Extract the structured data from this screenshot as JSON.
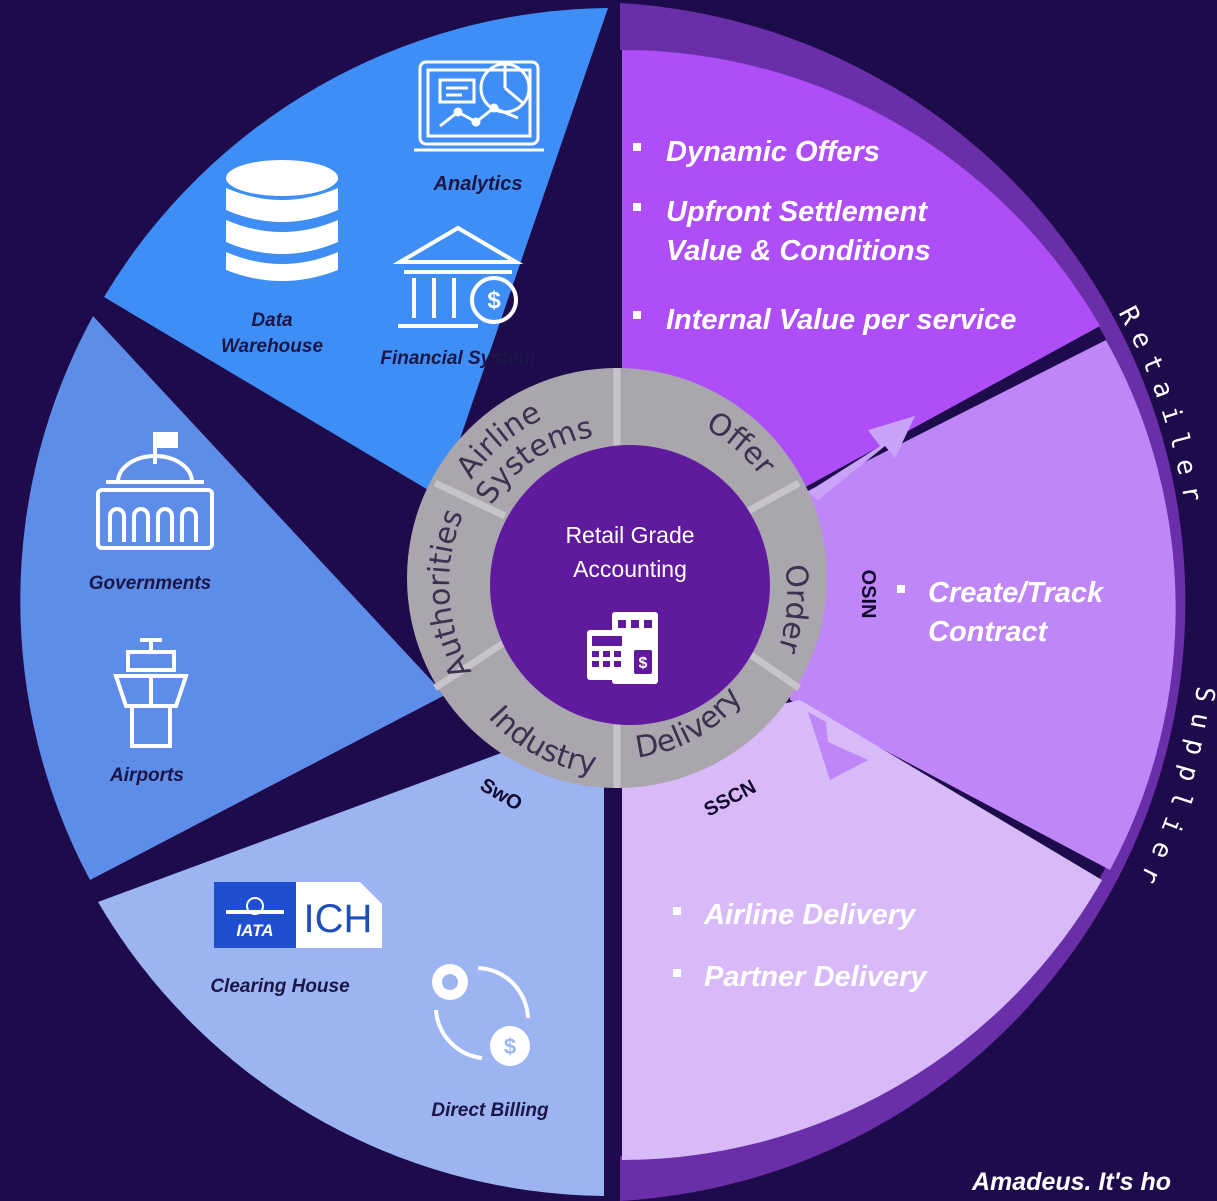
{
  "center": {
    "title_line1": "Retail Grade",
    "title_line2": "Accounting",
    "icon": "accounting-buildings-icon"
  },
  "ring_labels": {
    "airline_systems_1": "Airline",
    "airline_systems_2": "Systems",
    "authorities": "Authorities",
    "industry": "Industry",
    "offer": "Offer",
    "order": "Order",
    "delivery": "Delivery"
  },
  "left_items": {
    "analytics": "Analytics",
    "data_warehouse_1": "Data",
    "data_warehouse_2": "Warehouse",
    "financial_system": "Financial System",
    "governments": "Governments",
    "airports": "Airports",
    "clearing_house": "Clearing House",
    "direct_billing": "Direct Billing"
  },
  "logo": {
    "iata": "IATA",
    "ich": "ICH"
  },
  "protocols": {
    "swo": "SwO",
    "osin": "OSIN",
    "sscn": "SSCN"
  },
  "offer_bullets": {
    "b1": "Dynamic Offers",
    "b2_line1": "Upfront Settlement",
    "b2_line2": "Value & Conditions",
    "b3": "Internal Value per service"
  },
  "order_bullets": {
    "b1_line1": "Create/Track",
    "b1_line2": "Contract"
  },
  "delivery_bullets": {
    "b1": "Airline Delivery",
    "b2": "Partner Delivery"
  },
  "outer_labels": {
    "retailer": "Retailer",
    "supplier": "Supplier"
  },
  "footer": {
    "tagline": "Amadeus. It's ho"
  },
  "colors": {
    "background": "#1e0b4b",
    "systems_blue": "#3e8ef6",
    "authorities_blue": "#5e8de9",
    "industry_blue": "#9cb4f2",
    "offer_purple": "#ad4ef7",
    "order_purple": "#bf86f7",
    "delivery_purple": "#d8baf8",
    "outer_ring": "#6a2fa8",
    "gray_ring": "#aaa6ad",
    "center_purple": "#5f1a9e"
  }
}
